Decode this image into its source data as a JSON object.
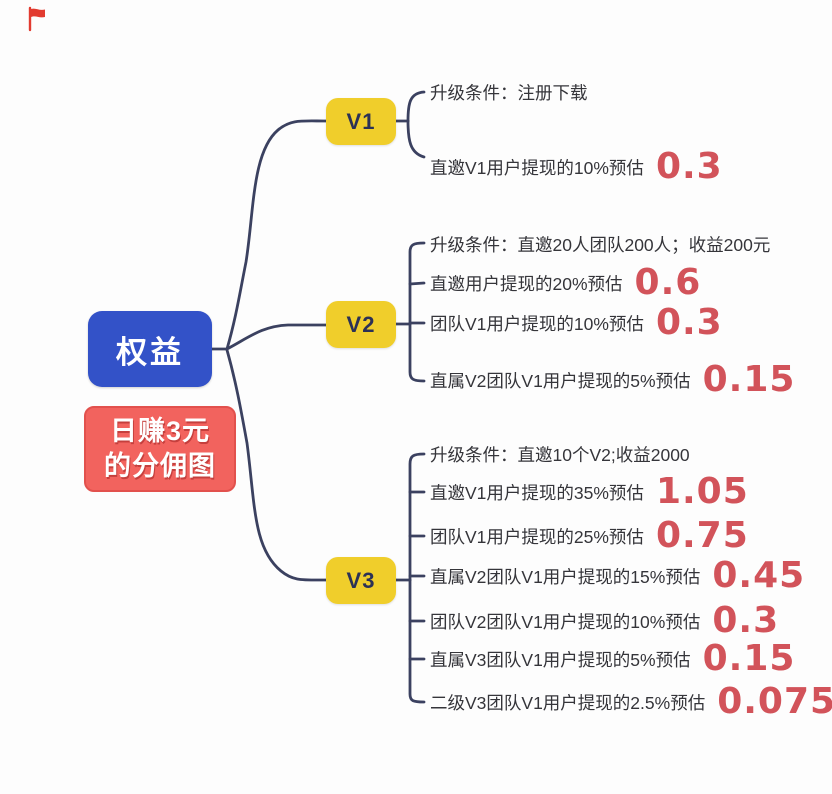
{
  "root": {
    "label": "权益"
  },
  "caption": {
    "line1": "日赚3元",
    "line2": "的分佣图"
  },
  "colors": {
    "root_bg": "#3352c8",
    "branch_bg": "#f0ce2b",
    "branch_text": "#2b3156",
    "caption_bg": "#f2635e",
    "value_red": "#d2535a",
    "connector": "#3b4160"
  },
  "icons": {
    "top_left": "red-flag-icon"
  },
  "branches": [
    {
      "label": "V1",
      "children": [
        {
          "text": "升级条件：注册下载",
          "value": ""
        },
        {
          "text": "直邀V1用户提现的10%预估",
          "value": "0.3"
        }
      ]
    },
    {
      "label": "V2",
      "children": [
        {
          "text": "升级条件：直邀20人团队200人；收益200元",
          "value": ""
        },
        {
          "text": "直邀用户提现的20%预估",
          "value": "0.6"
        },
        {
          "text": "团队V1用户提现的10%预估",
          "value": "0.3"
        },
        {
          "text": "直属V2团队V1用户提现的5%预估",
          "value": "0.15"
        }
      ]
    },
    {
      "label": "V3",
      "children": [
        {
          "text": "升级条件：直邀10个V2;收益2000",
          "value": ""
        },
        {
          "text": "直邀V1用户提现的35%预估",
          "value": "1.05"
        },
        {
          "text": "团队V1用户提现的25%预估",
          "value": "0.75"
        },
        {
          "text": "直属V2团队V1用户提现的15%预估",
          "value": "0.45"
        },
        {
          "text": "团队V2团队V1用户提现的10%预估",
          "value": "0.3"
        },
        {
          "text": "直属V3团队V1用户提现的5%预估",
          "value": "0.15"
        },
        {
          "text": "二级V3团队V1用户提现的2.5%预估",
          "value": "0.075"
        }
      ]
    }
  ]
}
